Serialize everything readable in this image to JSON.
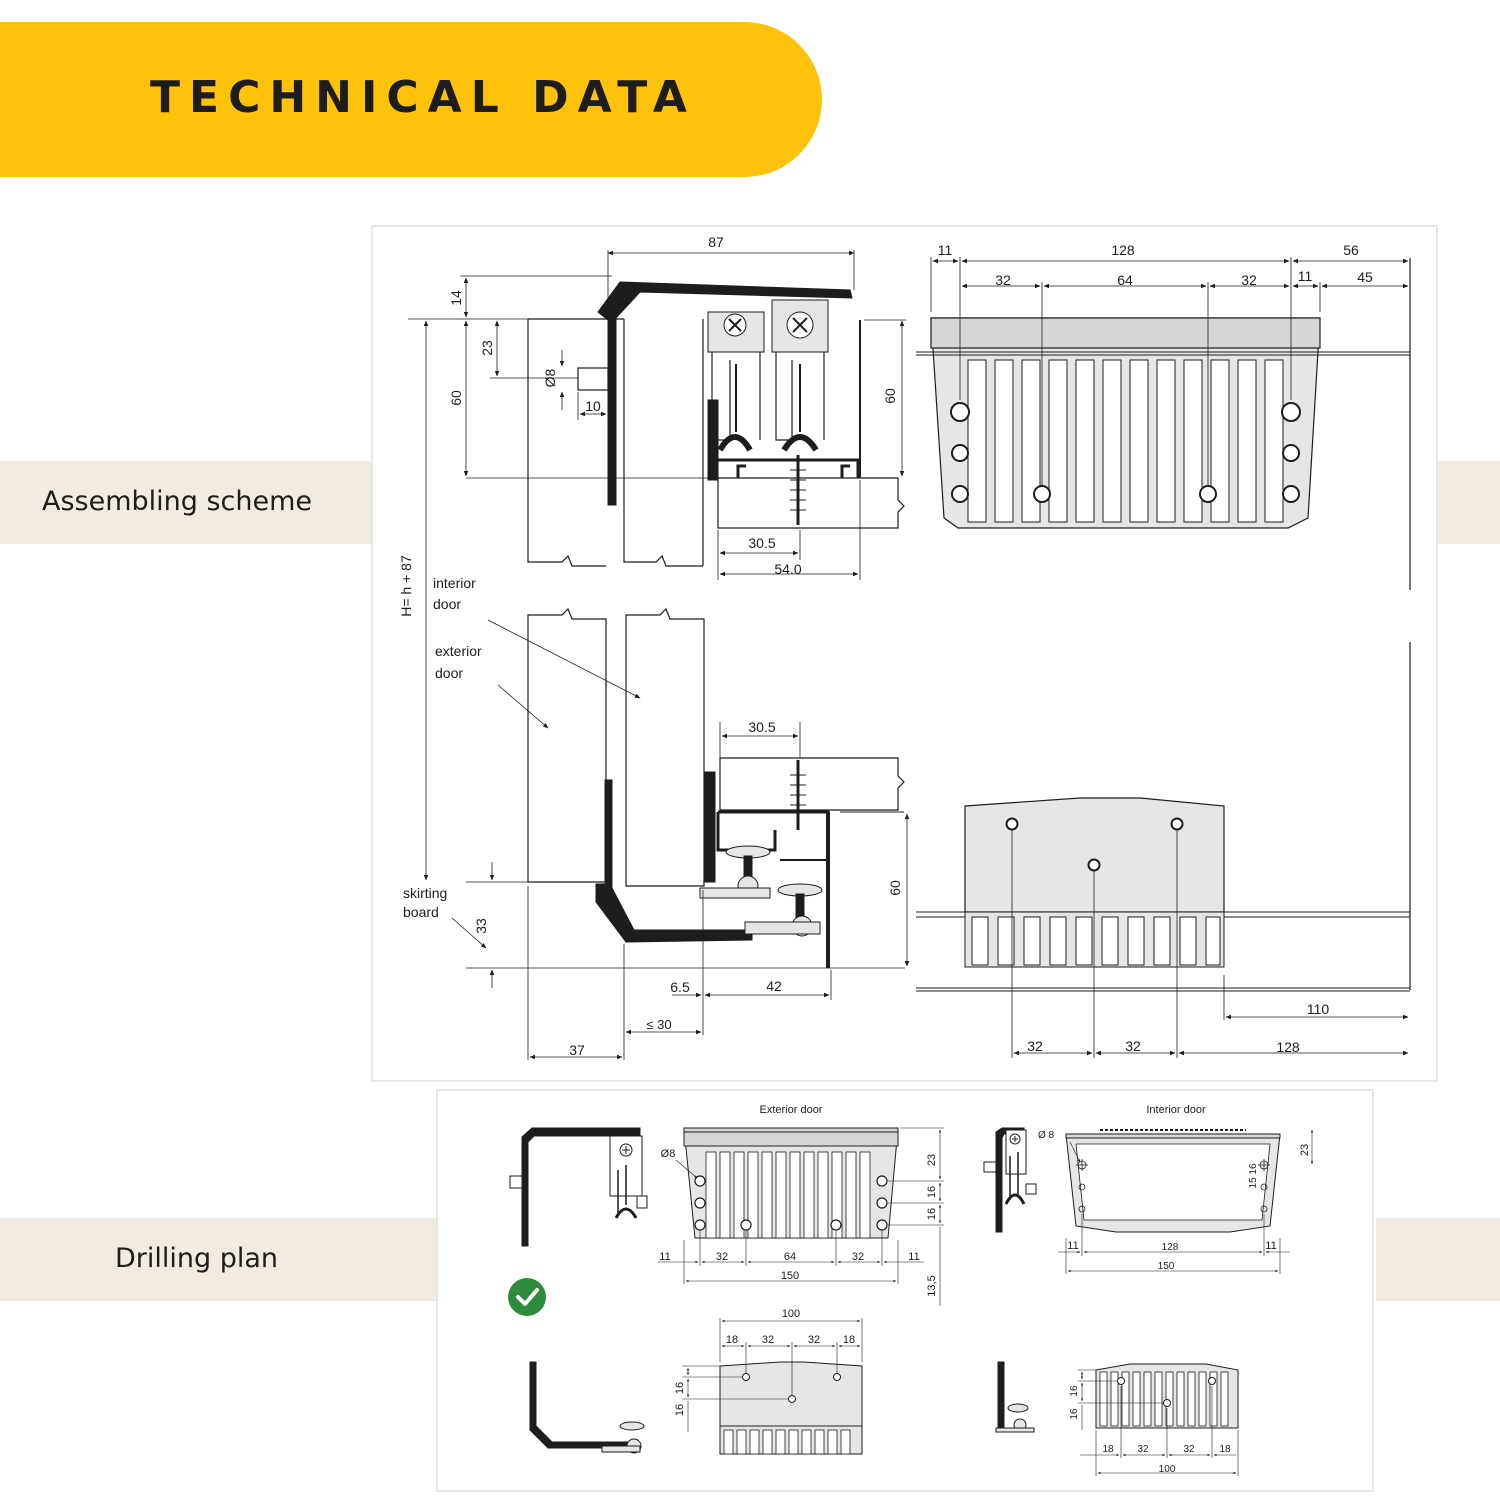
{
  "header": {
    "title": "TECHNICAL DATA"
  },
  "sections": {
    "assembling": {
      "label": "Assembling scheme"
    },
    "drilling": {
      "label": "Drilling plan"
    }
  },
  "assembly": {
    "top_profile": {
      "width": "87",
      "rise": "14",
      "offset": "23",
      "height_left": "60",
      "pin_diameter": "Ø8",
      "pin_offset": "10",
      "height_right": "60"
    },
    "top_rail": {
      "inner": "30.5",
      "outer": "54.0"
    },
    "top_plate": {
      "left_margin": "11",
      "span": "128",
      "right_total": "56",
      "hole_left": "32",
      "hole_center": "64",
      "hole_right": "32",
      "right_margin": "11",
      "right_inner": "45"
    },
    "overall_height": "H= h + 87",
    "labels": {
      "interior_1": "interior",
      "interior_2": "door",
      "exterior_1": "exterior",
      "exterior_2": "door",
      "skirting_1": "skirting",
      "skirting_2": "board"
    },
    "bottom_rail": {
      "inner": "30.5",
      "height": "60"
    },
    "bottom_profile": {
      "skirting": "33",
      "gap": "6.5",
      "depth": "42",
      "max": "≤ 30",
      "width": "37"
    },
    "bottom_plate": {
      "offset": "110",
      "hole_left": "32",
      "hole_right": "32",
      "span": "128"
    }
  },
  "drilling": {
    "exterior": {
      "title": "Exterior door",
      "diameter": "Ø8",
      "v1": "23",
      "v2": "16",
      "v3": "16",
      "d_l": "11",
      "d_a": "32",
      "d_b": "64",
      "d_c": "32",
      "d_r": "11",
      "total": "150",
      "depth": "13,5"
    },
    "interior": {
      "title": "Interior door",
      "diameter": "Ø 8",
      "v1": "23",
      "v2": "15 16",
      "d_l": "11",
      "span": "128",
      "d_r": "11",
      "total": "150"
    },
    "bottom_exterior": {
      "total": "100",
      "d1": "18",
      "d2": "32",
      "d3": "32",
      "d4": "18",
      "v1": "16",
      "v2": "16"
    },
    "bottom_interior": {
      "v1": "16",
      "v2": "16",
      "d1": "18",
      "d2": "32",
      "d3": "32",
      "d4": "18",
      "total": "100"
    },
    "status": {
      "icon": "check-circle-icon",
      "color": "#2e8b3c"
    }
  }
}
